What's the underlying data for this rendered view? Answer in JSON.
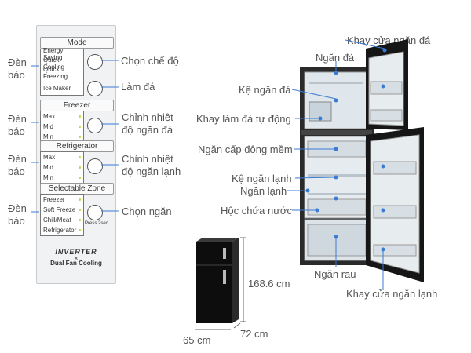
{
  "panel": {
    "mode": {
      "title": "Mode",
      "rows": [
        "Energy Saving",
        "Quick Cooling",
        "Quick Freezing",
        "Ice Maker"
      ]
    },
    "freezer": {
      "title": "Freezer",
      "rows": [
        "Max",
        "Mid",
        "Min"
      ]
    },
    "refrigerator": {
      "title": "Refrigerator",
      "rows": [
        "Max",
        "Mid",
        "Min"
      ]
    },
    "zone": {
      "title": "Selectable Zone",
      "rows": [
        "Freezer",
        "Soft Freeze",
        "Chill/Meat",
        "Refrigerator"
      ],
      "press_note": "Press 2sec."
    },
    "logo_line1": "INVERTER",
    "logo_x": "×",
    "logo_line2": "Dual Fan Cooling"
  },
  "left_labels": {
    "den_bao_1": "Đèn báo",
    "den_bao_2": "Đèn báo",
    "den_bao_3": "Đèn báo",
    "den_bao_4": "Đèn báo"
  },
  "right_of_panel": {
    "chon_che_do": "Chọn chế độ",
    "lam_da": "Làm đá",
    "chinh_nhiet_ngan_da": "Chỉnh nhiệt\nđộ ngăn đá",
    "chinh_nhiet_ngan_lanh": "Chỉnh nhiệt\nđộ ngăn lạnh",
    "chon_ngan": "Chọn ngăn"
  },
  "fridge_labels": {
    "khay_cua_ngan_da": "Khay cửa ngăn đá",
    "ngan_da": "Ngăn đá",
    "ke_ngan_da": "Kệ ngăn đá",
    "khay_lam_da": "Khay làm đá tự động",
    "ngan_cap_dong_mem": "Ngăn cấp đông mềm",
    "ke_ngan_lanh": "Kệ ngăn lạnh",
    "ngan_lanh": "Ngăn lạnh",
    "hoc_chua_nuoc": "Hộc chứa nước",
    "ngan_rau": "Ngăn rau",
    "khay_cua_ngan_lanh": "Khay cửa ngăn lạnh"
  },
  "dimensions": {
    "height": "168.6 cm",
    "width": "65 cm",
    "depth": "72 cm"
  }
}
